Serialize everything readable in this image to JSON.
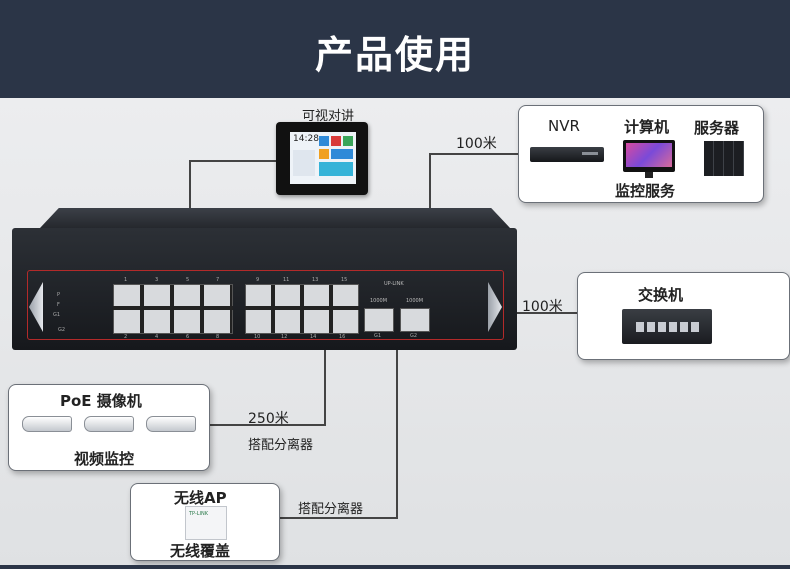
{
  "title": "产品使用",
  "intercom": {
    "label": "可视对讲",
    "screen_time": "14:28"
  },
  "server_box": {
    "nvr_label": "NVR",
    "computer_label": "计算机",
    "server_label": "服务器",
    "caption": "监控服务",
    "distance": "100米"
  },
  "switch_box": {
    "label": "交换机",
    "distance": "100米"
  },
  "camera_box": {
    "label": "PoE 摄像机",
    "caption": "视频监控",
    "distance": "250米",
    "note": "搭配分离器"
  },
  "ap_box": {
    "label": "无线AP",
    "caption": "无线覆盖",
    "note": "搭配分离器",
    "device_text": "TP-LINK"
  },
  "device": {
    "uplink_label": "UP-LINK",
    "uplink_port_labels": [
      "1000M",
      "1000M"
    ],
    "uplink_numbers": [
      "G1",
      "G2"
    ],
    "top_port_numbers": [
      "1",
      "3",
      "5",
      "7",
      "9",
      "11",
      "13",
      "15"
    ],
    "bottom_port_numbers": [
      "2",
      "4",
      "6",
      "8",
      "10",
      "12",
      "14",
      "16"
    ],
    "led_left_labels": [
      "P",
      "F",
      "G1",
      "G2"
    ]
  },
  "colors": {
    "banner": "#2b3547",
    "accent_red": "#b32a2a",
    "stage": "#e6e8ea"
  }
}
